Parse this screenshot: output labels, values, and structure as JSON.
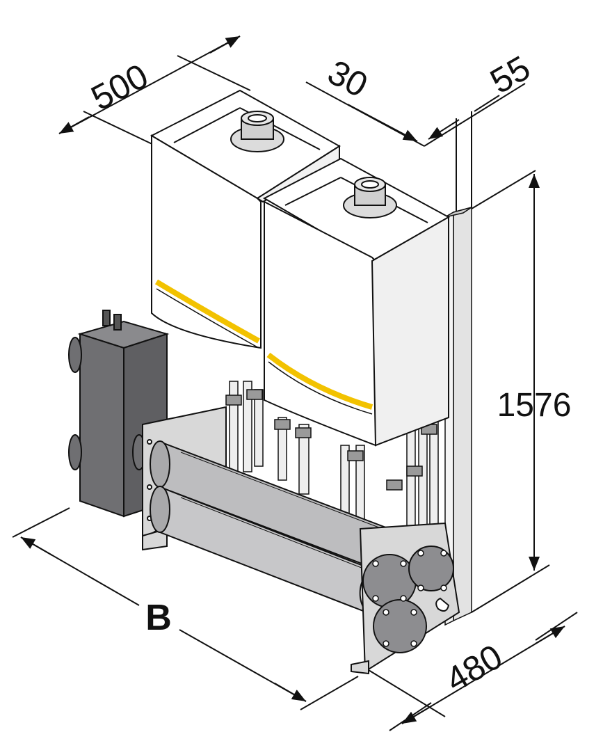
{
  "dimensions": {
    "width_top": "500",
    "gap": "30",
    "rail_depth": "55",
    "height": "1576",
    "depth": "480",
    "length": "B"
  },
  "colors": {
    "accent_stripe": "#f2c200",
    "hydraulic_separator": "#6f6f72",
    "manifold": "#bdbdbf",
    "boiler_casing": "#ffffff",
    "frame": "#e3e3e3",
    "outline": "#111111"
  }
}
